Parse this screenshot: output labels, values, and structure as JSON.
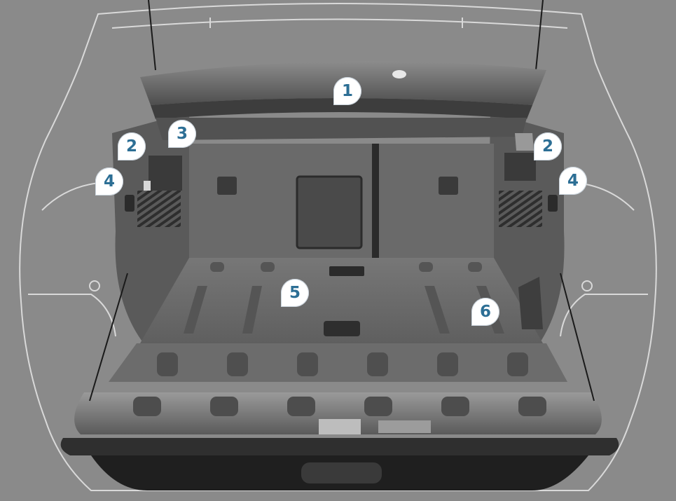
{
  "diagram": {
    "kind": "car boot (rear luggage compartment) illustration",
    "colors": {
      "background": "#8a8a8a",
      "outline": "#d9d9d9",
      "trim_dark": "#3f3f3f",
      "carpet": "#6e6e6e",
      "callout_fill": "#ffffff",
      "callout_text": "#2d6f95"
    },
    "callouts": [
      {
        "id": "c1",
        "label": "1"
      },
      {
        "id": "c2a",
        "label": "2"
      },
      {
        "id": "c2b",
        "label": "2"
      },
      {
        "id": "c3",
        "label": "3"
      },
      {
        "id": "c4a",
        "label": "4"
      },
      {
        "id": "c4b",
        "label": "4"
      },
      {
        "id": "c5",
        "label": "5"
      },
      {
        "id": "c6",
        "label": "6"
      }
    ]
  }
}
